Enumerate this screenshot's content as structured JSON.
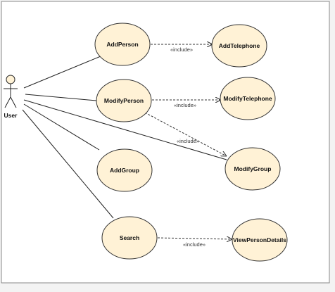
{
  "actor": {
    "name": "User"
  },
  "use_cases": {
    "add_person": "AddPerson",
    "add_telephone": "AddTelephone",
    "modify_person": "ModifyPerson",
    "modify_telephone": "ModifyTelephone",
    "modify_group": "ModifyGroup",
    "add_group": "AddGroup",
    "search": "Search",
    "view_person_details": "ViewPersonDetails"
  },
  "relations": {
    "include_1": "«include»",
    "include_2": "«include»",
    "include_3": "«include»",
    "include_4": "«include»"
  },
  "colors": {
    "use_case_fill": "#fff2d6",
    "use_case_stroke": "#333333",
    "background": "#ffffff",
    "outer_background": "#f3f3f3",
    "frame_border": "#777777"
  }
}
